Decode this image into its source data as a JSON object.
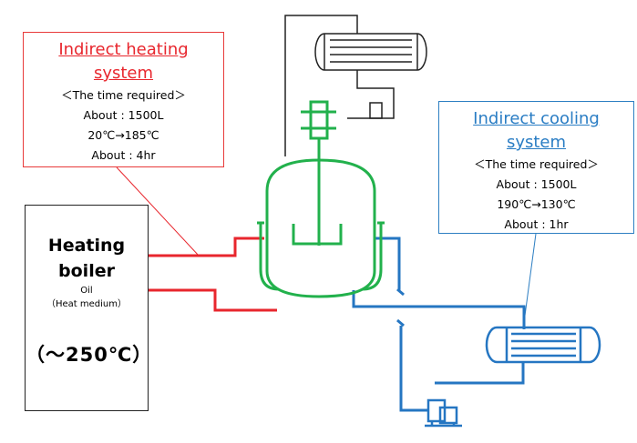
{
  "heating_system": {
    "title_line1": "Indirect heating",
    "title_line2": "system",
    "time_header": "＜The time required＞",
    "volume": "About : 1500L",
    "temperature": "20℃→185℃",
    "duration": "About : 4hr"
  },
  "cooling_system": {
    "title_line1": "Indirect cooling",
    "title_line2": "system",
    "time_header": "＜The time required＞",
    "volume": "About : 1500L",
    "temperature": "190℃→130℃",
    "duration": "About : 1hr"
  },
  "boiler": {
    "title_line1": "Heating",
    "title_line2": "boiler",
    "medium": "Oil",
    "medium_note": "（Heat medium）",
    "max_temp": "（～250℃）"
  },
  "colors": {
    "heating": "#e8262d",
    "cooling": "#2a7dc4",
    "reactor": "#22b14c",
    "outline": "#222222"
  }
}
